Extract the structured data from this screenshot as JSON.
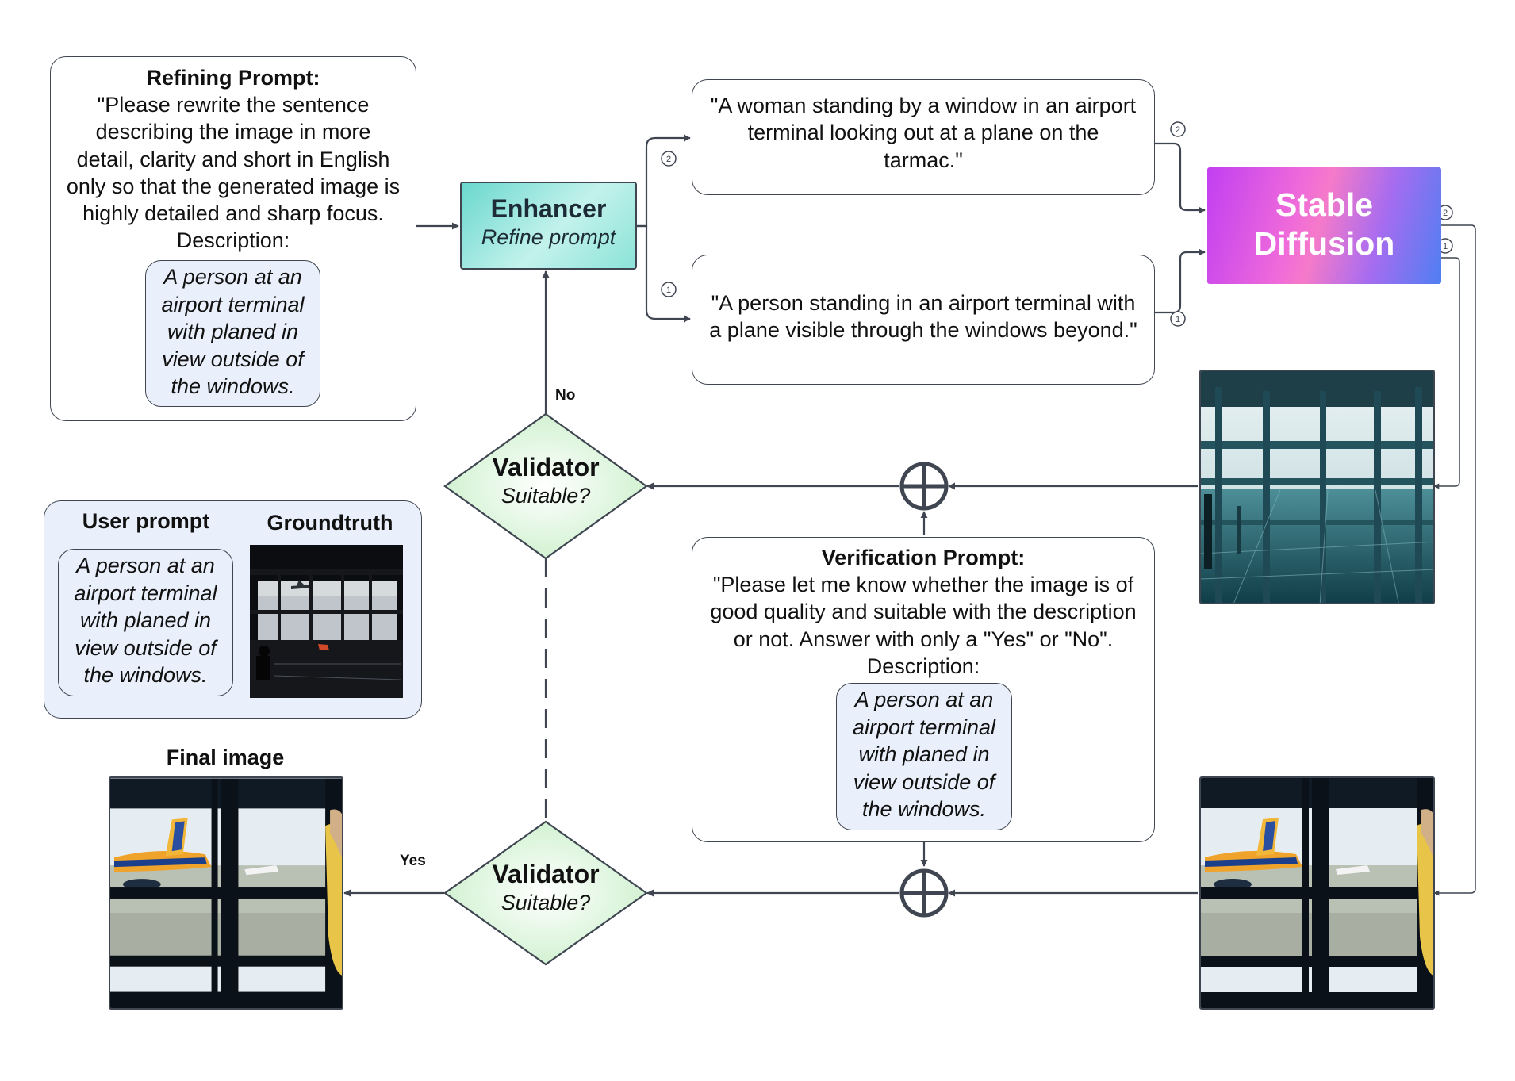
{
  "refining": {
    "title": "Refining Prompt:",
    "lines": [
      "\"Please rewrite the sentence",
      "describing the image in more",
      "detail, clarity and short in English",
      "only so that the generated image is",
      "highly detailed and sharp focus.",
      "Description:"
    ],
    "description_lines": [
      "A person at an",
      "airport terminal",
      "with planed in",
      "view outside of",
      "the windows."
    ]
  },
  "enhancer": {
    "title": "Enhancer",
    "subtitle": "Refine prompt"
  },
  "prompt_two": {
    "badge": "2",
    "lines": [
      "\"A woman standing by a window in an airport",
      "terminal looking out at a plane on the",
      "tarmac.\""
    ]
  },
  "prompt_one": {
    "badge": "1",
    "lines": [
      "\"A person standing in an airport terminal with",
      "a plane visible through the windows beyond.\""
    ]
  },
  "stable_diffusion": {
    "lines": [
      "Stable",
      "Diffusion"
    ]
  },
  "sd_badges": [
    "2",
    "1"
  ],
  "validator_top": {
    "title": "Validator",
    "subtitle": "Suitable?",
    "branch_label": "No"
  },
  "validator_bottom": {
    "title": "Validator",
    "subtitle": "Suitable?",
    "branch_label": "Yes"
  },
  "user_panel": {
    "user_prompt_title": "User prompt",
    "groundtruth_title": "Groundtruth",
    "description_lines": [
      "A person at an",
      "airport terminal",
      "with planed in",
      "view outside of",
      "the windows."
    ]
  },
  "verification": {
    "title": "Verification Prompt:",
    "lines": [
      "\"Please let me know whether the image is of",
      "good quality and suitable with the description",
      "or not. Answer with only a \"Yes\" or \"No\".",
      "Description:"
    ],
    "description_lines": [
      "A person at an",
      "airport terminal",
      "with planed in",
      "view outside of",
      "the windows."
    ]
  },
  "final_image": {
    "title": "Final image"
  },
  "colors": {
    "line": "#3f4651",
    "pill_fill": "#eaf0fb",
    "enhancer_fill": "#8be3d8",
    "diamond_fill": "#e4f7e4",
    "sd_gradient": [
      "#c13ff2",
      "#f57ac9",
      "#4f7ff2"
    ]
  }
}
